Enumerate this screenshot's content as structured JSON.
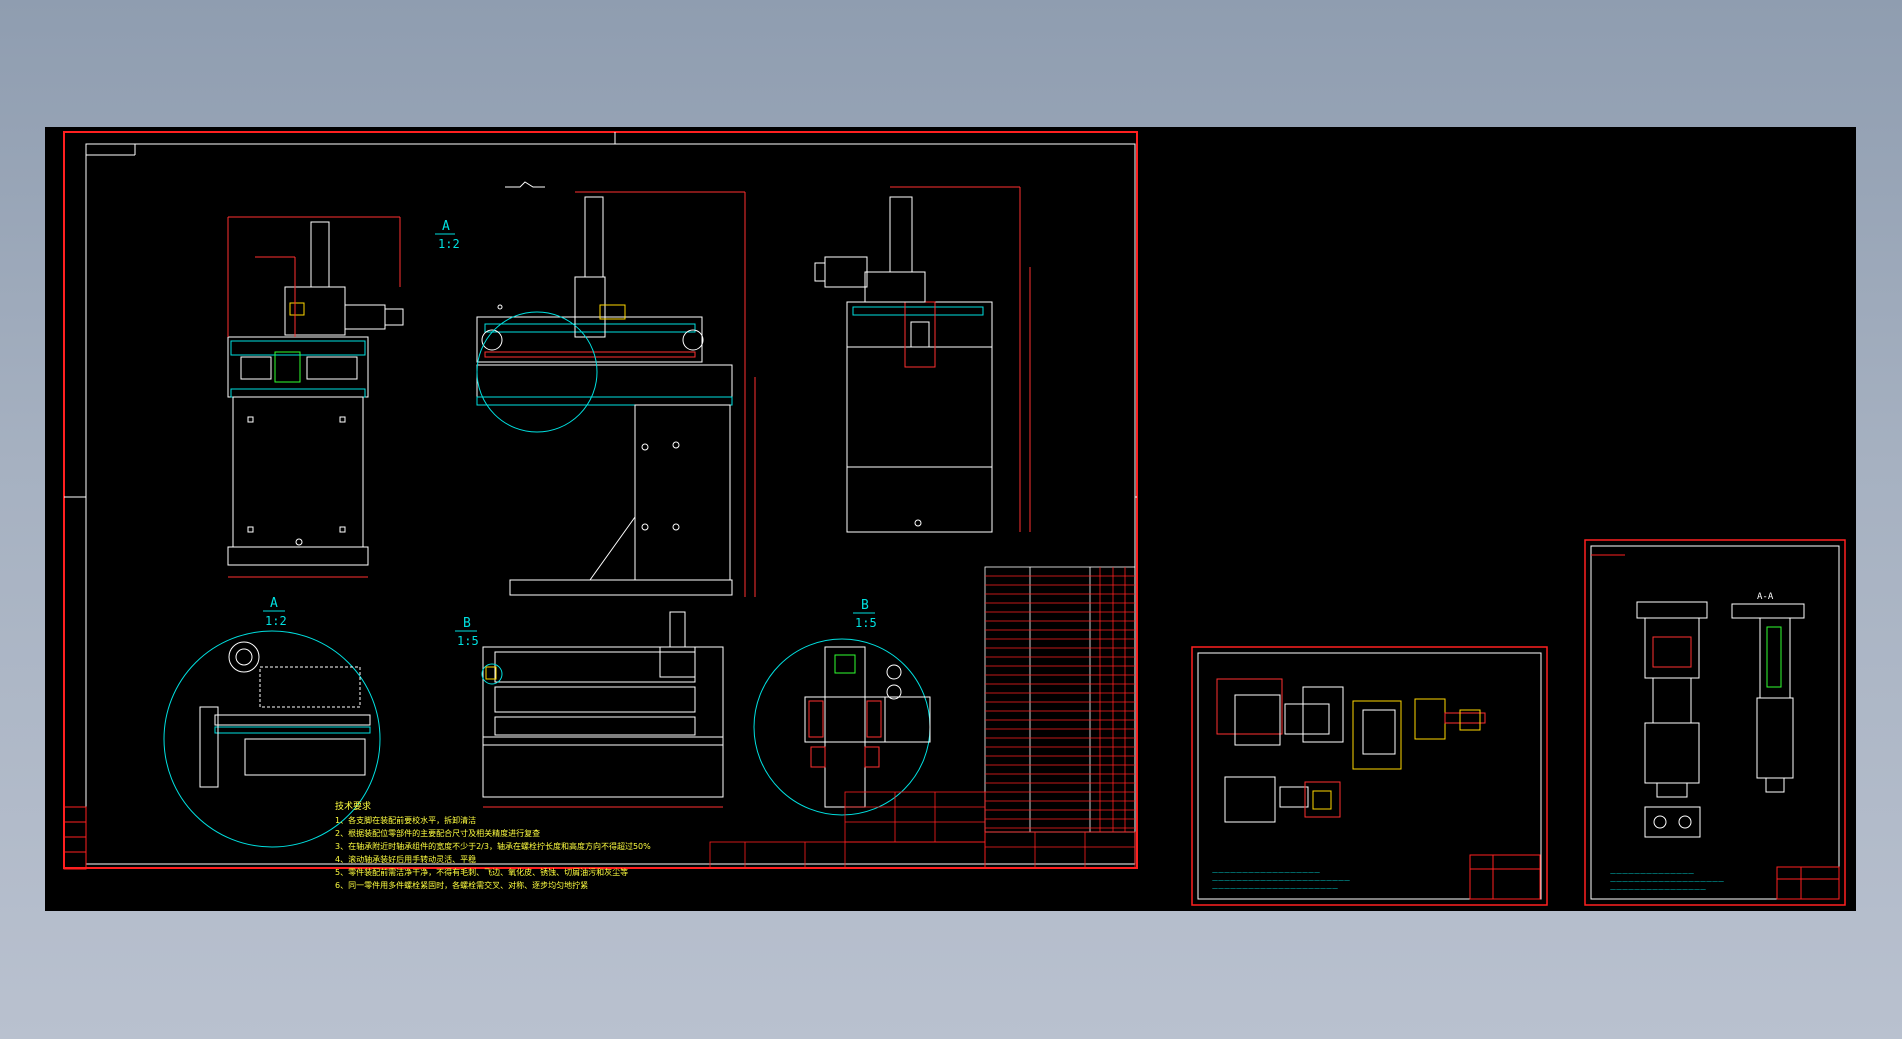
{
  "colors": {
    "background": "#8f9db0",
    "canvas": "#000000",
    "frame_red": "#ff2020",
    "outline_white": "#ffffff",
    "dimension_red": "#ff3030",
    "detail_cyan": "#00e0e0",
    "notes_yellow": "#ffff40",
    "part_green": "#30ff30",
    "accent_yellow": "#ffd700"
  },
  "main_sheet": {
    "section_a_label": "A",
    "section_a_scale": "1:2",
    "detail_a_label": "A",
    "detail_a_scale": "1:2",
    "detail_b_label": "B",
    "detail_b_scale": "1:5",
    "detail_b2_label": "B",
    "detail_b2_scale": "1:5",
    "tech_title": "技术要求",
    "tech_notes": [
      "1、各支脚在装配前要校水平，拆卸清洁",
      "2、根据装配位零部件的主要配合尺寸及相关精度进行复查",
      "3、在轴承附近时轴承组件的宽度不少于2/3，轴承在螺栓拧长度和高度方向不得超过50%",
      "4、滚动轴承装好后用手转动灵活、平稳",
      "5、零件装配前需洁净干净，不得有毛刺、飞边、氧化皮、锈蚀、切屑油污和灰尘等",
      "6、同一零件用多件螺栓紧固时，各螺栓需交叉、对称、逐步均匀地拧紧"
    ]
  },
  "sheet_2": {
    "section_label": "A-A"
  },
  "icons": [
    "cad-frame-icon",
    "title-block-icon"
  ]
}
